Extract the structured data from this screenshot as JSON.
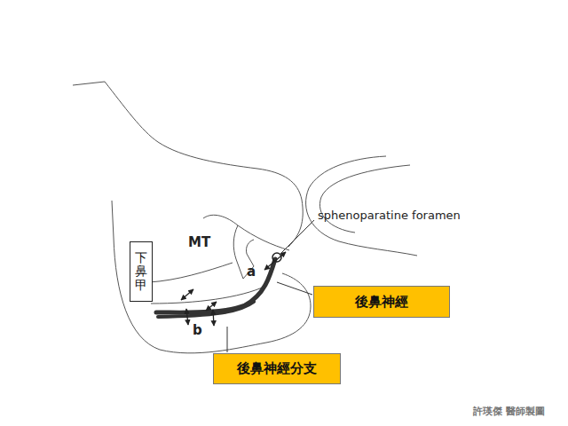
{
  "diagram": {
    "nodes": [
      {
        "text": [
          "下鼻甲"
        ]
      },
      {
        "text": [
          "後鼻神經"
        ]
      },
      {
        "text": [
          "後鼻神經分支"
        ]
      }
    ],
    "labels": [
      "MT",
      "sphenoparatine foramen",
      "a",
      "b",
      "許瑛傑 醫師製圖"
    ]
  }
}
